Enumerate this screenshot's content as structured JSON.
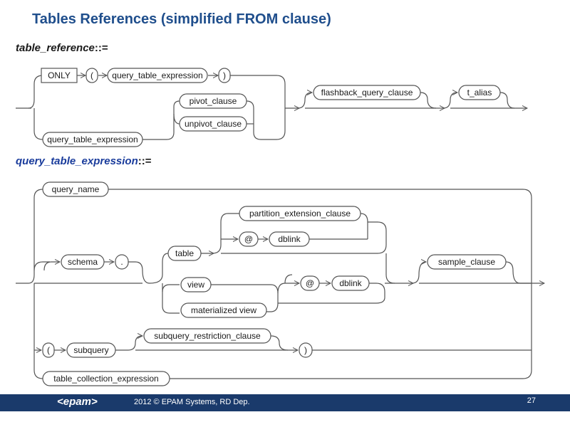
{
  "title": "Tables References (simplified FROM clause)",
  "rules": [
    {
      "name": "table_reference",
      "suffix": "::="
    },
    {
      "name": "query_table_expression",
      "suffix": "::="
    }
  ],
  "diagram1": {
    "only": "ONLY",
    "lparen": "(",
    "rparen": ")",
    "qte_inner": "query_table_expression",
    "qte_lower": "query_table_expression",
    "pivot": "pivot_clause",
    "unpivot": "unpivot_clause",
    "flashback": "flashback_query_clause",
    "t_alias": "t_alias"
  },
  "diagram2": {
    "query_name": "query_name",
    "schema": "schema",
    "dot": ".",
    "table": "table",
    "partition": "partition_extension_clause",
    "at1": "@",
    "dblink1": "dblink",
    "view": "view",
    "mview": "materialized view",
    "at2": "@",
    "dblink2": "dblink",
    "sample": "sample_clause",
    "lparen": "(",
    "subquery": "subquery",
    "restriction": "subquery_restriction_clause",
    "rparen": ")",
    "collection": "table_collection_expression"
  },
  "footer": {
    "logo": "<epam>",
    "copyright": "2012 © EPAM Systems, RD Dep.",
    "page": "27"
  },
  "colors": {
    "title": "#1f4e8c",
    "rule2": "#1a3c9c",
    "footer_bg": "#1a3a6b"
  }
}
